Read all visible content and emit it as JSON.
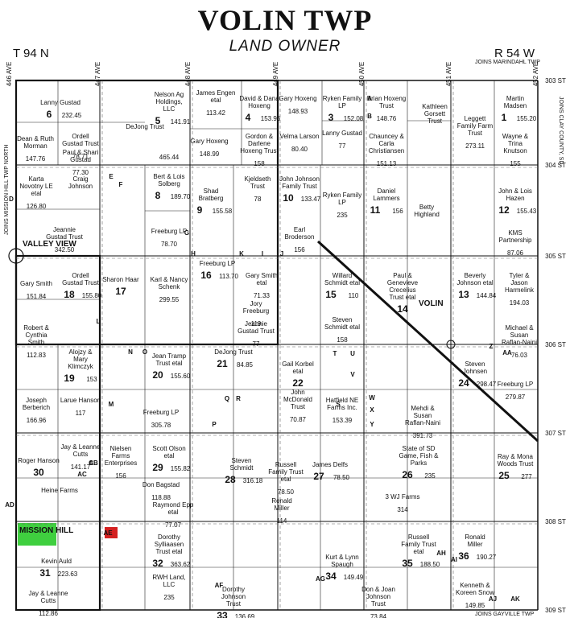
{
  "header": {
    "title": "VOLIN TWP",
    "subtitle": "LAND OWNER",
    "township": "T 94 N",
    "range": "R 54 W"
  },
  "edges": {
    "top_right": "JOINS MARINDAHL TWP",
    "left": "JOINS MISSION HILL TWP NORTH",
    "right": "JOINS CLAY COUNTY, SD",
    "bottom": "JOINS GAYVILLE TWP"
  },
  "avenues": [
    "446 AVE",
    "447 AVE",
    "448 AVE",
    "449 AVE",
    "450 AVE",
    "451 AVE",
    "452 AVE"
  ],
  "streets": [
    "303 ST",
    "304 ST",
    "305 ST",
    "306 ST",
    "307 ST",
    "308 ST",
    "309 ST"
  ],
  "places": [
    "VALLEY VIEW",
    "VOLIN",
    "MISSION HILL"
  ],
  "colors": {
    "highlight_green": "#3fcf3f",
    "highlight_red": "#d42020",
    "line": "#111111"
  },
  "parcels": [
    {
      "id": "p1",
      "owner": "Lanny Gustad",
      "sec": "6",
      "acres": "232.45"
    },
    {
      "id": "p2",
      "owner": "Dean & Ruth Morman",
      "acres": "147.76"
    },
    {
      "id": "p3",
      "owner": "Ordell Gustad Trust",
      "acres": "78.71"
    },
    {
      "id": "p4",
      "owner": "Paul & Shari Gustad",
      "acres": "77.30"
    },
    {
      "id": "p5",
      "owner": "DeJong Trust"
    },
    {
      "id": "p6",
      "owner": "Nelson Ag Holdings, LLC",
      "sec": "5",
      "acres": "141.91"
    },
    {
      "id": "p7",
      "owner": "465.44"
    },
    {
      "id": "p8",
      "owner": "James Engen etal",
      "acres": "113.42"
    },
    {
      "id": "p9",
      "owner": "Gary Hoxeng",
      "acres": "148.99"
    },
    {
      "id": "p10",
      "owner": "David & Dana Hoxeng",
      "sec": "4",
      "acres": "153.96"
    },
    {
      "id": "p11",
      "owner": "Gary Hoxeng",
      "acres": "148.93"
    },
    {
      "id": "p12",
      "owner": "Gordon & Darlene Hoxeng Trust",
      "acres": "158"
    },
    {
      "id": "p13",
      "owner": "Velma Larson",
      "acres": "80.40"
    },
    {
      "id": "p14",
      "owner": "Ryken Family LP",
      "sec": "3",
      "acres": "152.08"
    },
    {
      "id": "p15",
      "owner": "Lanny Gustad",
      "acres": "77"
    },
    {
      "id": "p16",
      "owner": "Brian Hoxeng Trust",
      "acres": "148.76"
    },
    {
      "id": "p17",
      "owner": "Chauncey & Carla Christiansen",
      "acres": "151.13"
    },
    {
      "id": "p18",
      "owner": "Kathleen Gorsett Trust"
    },
    {
      "id": "p19",
      "owner": "Leggett Family Farm Trust",
      "acres": "273.11"
    },
    {
      "id": "p20",
      "owner": "Martin Madsen",
      "sec": "1",
      "acres": "155.20"
    },
    {
      "id": "p21",
      "owner": "Wayne & Trina Knutson",
      "acres": "155"
    },
    {
      "id": "p22",
      "owner": "Karta Novotny LE etal",
      "acres": "126.80"
    },
    {
      "id": "p23",
      "owner": "Craig Johnson"
    },
    {
      "id": "p24",
      "owner": "Bert & Lois Solberg",
      "sec": "8",
      "acres": "189.70"
    },
    {
      "id": "p25",
      "owner": "Jeannie Gustad Trust",
      "acres": "342.50"
    },
    {
      "id": "p26",
      "owner": "Freeburg LP",
      "acres": "78.70"
    },
    {
      "id": "p27",
      "owner": "Shad Bratberg",
      "sec": "9",
      "acres": "155.58"
    },
    {
      "id": "p28",
      "owner": "Kjeldseth Trust",
      "acres": "78"
    },
    {
      "id": "p29",
      "owner": "John Johnson Family Trust",
      "sec": "10",
      "acres": "133.47"
    },
    {
      "id": "p30",
      "owner": "Earl Broderson",
      "acres": "156"
    },
    {
      "id": "p31",
      "owner": "Ryken Family LP",
      "acres": "235"
    },
    {
      "id": "p32",
      "owner": "Daniel Lammers",
      "sec": "11",
      "acres": "156"
    },
    {
      "id": "p33",
      "owner": "Betty Highland"
    },
    {
      "id": "p34",
      "owner": "John & Lois Hazen",
      "sec": "12",
      "acres": "155.43"
    },
    {
      "id": "p35",
      "owner": "KMS Partnership",
      "acres": "87.06"
    },
    {
      "id": "p36",
      "owner": "Ordell Gustad Trust",
      "sec": "18",
      "acres": "155.80"
    },
    {
      "id": "p37",
      "owner": "Gary Smith",
      "acres": "151.84"
    },
    {
      "id": "p38",
      "owner": "Robert & Cynthia Smith",
      "acres": "112.83"
    },
    {
      "id": "p39",
      "owner": "Sharon Haar",
      "sec": "17"
    },
    {
      "id": "p40",
      "owner": "Karl & Nancy Schenk",
      "acres": "299.55"
    },
    {
      "id": "p41",
      "owner": "Freeburg LP",
      "sec": "16",
      "acres": "113.70"
    },
    {
      "id": "p42",
      "owner": "Jory Freeburg",
      "acres": "119"
    },
    {
      "id": "p43",
      "owner": "Gary Smith etal",
      "acres": "71.33"
    },
    {
      "id": "p44",
      "owner": "Jeannie Gustad Trust",
      "acres": "77"
    },
    {
      "id": "p45",
      "owner": "Willard Schmidt etal",
      "sec": "15",
      "acres": "110"
    },
    {
      "id": "p46",
      "owner": "Steven Schmidt etal",
      "acres": "158"
    },
    {
      "id": "p47",
      "owner": "Paul & Genevieve Crecelius Trust etal",
      "sec": "14"
    },
    {
      "id": "p48",
      "owner": "Beverly Johnson etal",
      "sec": "13",
      "acres": "144.84"
    },
    {
      "id": "p49",
      "owner": "Tyler & Jason Harmelink",
      "acres": "194.03"
    },
    {
      "id": "p50",
      "owner": "Michael & Susan Raflan-Naini",
      "acres": "76.03"
    },
    {
      "id": "p51",
      "owner": "Alojzy & Mary Klimczyk",
      "sec": "19",
      "acres": "153"
    },
    {
      "id": "p52",
      "owner": "Joseph Berberich",
      "acres": "166.96"
    },
    {
      "id": "p53",
      "owner": "Larue Hanson",
      "acres": "117"
    },
    {
      "id": "p54",
      "owner": "Jean Tramp Trust etal",
      "sec": "20",
      "acres": "155.60"
    },
    {
      "id": "p55",
      "owner": "Freeburg LP",
      "acres": "305.78"
    },
    {
      "id": "p56",
      "owner": "DeJong Trust",
      "sec": "21",
      "acres": "84.85"
    },
    {
      "id": "p57",
      "owner": "Gail Korbel etal",
      "sec": "22"
    },
    {
      "id": "p58",
      "owner": "John McDonald Trust",
      "acres": "70.87"
    },
    {
      "id": "p59",
      "owner": "Hatfield NE Farms Inc.",
      "acres": "153.39"
    },
    {
      "id": "p60",
      "owner": "Mehdi & Susan Raflan-Naini",
      "acres": "391.73"
    },
    {
      "id": "p61",
      "owner": "Steven Johnsen",
      "sec": "24",
      "acres": "298.47"
    },
    {
      "id": "p62",
      "owner": "Freeburg LP",
      "acres": "279.87"
    },
    {
      "id": "p63",
      "owner": "Roger Hanson",
      "sec": "30"
    },
    {
      "id": "p64",
      "owner": "Jay & Leanne Cutts",
      "acres": "141.17"
    },
    {
      "id": "p65",
      "owner": "Heine Farms"
    },
    {
      "id": "p66",
      "owner": "Nielsen Farms Enterprises",
      "acres": "156"
    },
    {
      "id": "p67",
      "owner": "Scott Olson etal",
      "sec": "29",
      "acres": "155.82"
    },
    {
      "id": "p68",
      "owner": "Don Bagstad",
      "acres": "118.88"
    },
    {
      "id": "p69",
      "owner": "Raymond Epp etal",
      "acres": "77.07"
    },
    {
      "id": "p70",
      "owner": "Steven Schmidt",
      "sec": "28",
      "acres": "316.18"
    },
    {
      "id": "p71",
      "owner": "Russell Family Trust etal",
      "acres": "78.50"
    },
    {
      "id": "p72",
      "owner": "James Delfs",
      "sec": "27",
      "acres": "78.50"
    },
    {
      "id": "p73",
      "owner": "Ronald Miller",
      "acres": "114"
    },
    {
      "id": "p74",
      "owner": "State of SD Game, Fish & Parks",
      "sec": "26",
      "acres": "235"
    },
    {
      "id": "p75",
      "owner": "3 WJ Farms",
      "acres": "314"
    },
    {
      "id": "p76",
      "owner": "Ray & Mona Woods Trust",
      "sec": "25",
      "acres": "277"
    },
    {
      "id": "p77",
      "owner": "Kevin Auld",
      "sec": "31",
      "acres": "223.63"
    },
    {
      "id": "p78",
      "owner": "Jay & Leanne Cutts",
      "acres": "112.86"
    },
    {
      "id": "p79",
      "owner": "Dorothy Sylliaasen Trust etal",
      "sec": "32",
      "acres": "363.62"
    },
    {
      "id": "p80",
      "owner": "RWH Land, LLC",
      "acres": "235"
    },
    {
      "id": "p81",
      "owner": "Dorothy Johnson Trust",
      "sec": "33",
      "acres": "136.69"
    },
    {
      "id": "p82",
      "owner": "Kurt & Lynn Spaugh",
      "sec": "34",
      "acres": "149.49"
    },
    {
      "id": "p83",
      "owner": "Russell Family Trust etal",
      "sec": "35",
      "acres": "188.50"
    },
    {
      "id": "p84",
      "owner": "Don & Joan Johnson Trust",
      "acres": "73.84"
    },
    {
      "id": "p85",
      "owner": "Ronald Miller",
      "sec": "36",
      "acres": "190.27"
    },
    {
      "id": "p86",
      "owner": "Kenneth & Koreen Snow",
      "acres": "149.85"
    }
  ],
  "parcel_letters": [
    "A",
    "B",
    "C",
    "D",
    "E",
    "F",
    "G",
    "H",
    "I",
    "J",
    "K",
    "L",
    "M",
    "N",
    "O",
    "P",
    "Q",
    "R",
    "S",
    "T",
    "U",
    "V",
    "W",
    "X",
    "Y",
    "Z",
    "AA",
    "AB",
    "AC",
    "AD",
    "AE",
    "AF",
    "AG",
    "AH",
    "AI",
    "AJ",
    "AK"
  ]
}
